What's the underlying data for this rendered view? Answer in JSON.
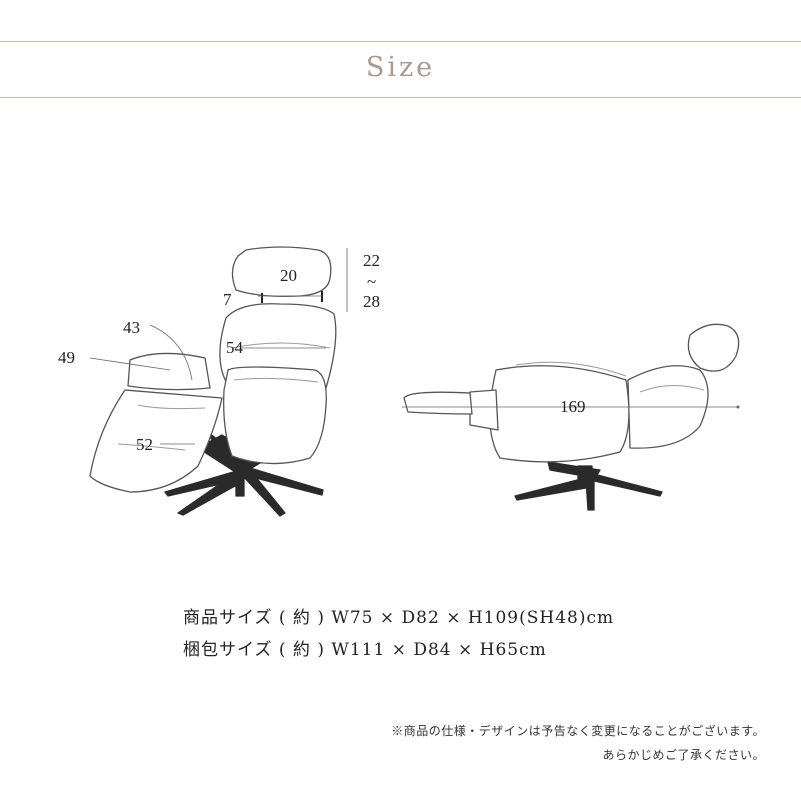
{
  "header": {
    "title": "Size"
  },
  "dimensions": {
    "headrest_width": "20",
    "headrest_height_min": "22",
    "headrest_height_tilde": "~",
    "headrest_height_max": "28",
    "headrest_gap": "7",
    "seat_back_width": "54",
    "armrest_gap": "43",
    "seat_height": "49",
    "footrest_length": "52",
    "reclined_length": "169"
  },
  "specs": {
    "product": "商品サイズ ( 約 ) W75 × D82 × H109(SH48)cm",
    "package": "梱包サイズ ( 約 ) W111 × D84 × H65cm"
  },
  "notes": {
    "line1": "※商品の仕様・デザインは予告なく変更になることがございます。",
    "line2": "あらかじめご了承ください。"
  },
  "colors": {
    "rule": "#c9b9a3",
    "title": "#a89a8c",
    "outline": "#555555",
    "base": "#2a2a2a"
  }
}
